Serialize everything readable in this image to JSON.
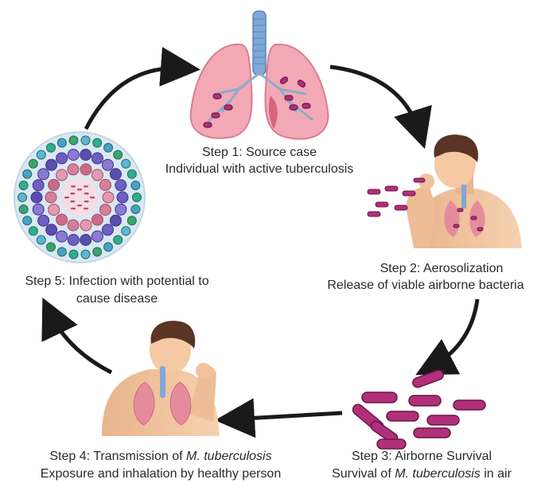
{
  "steps": [
    {
      "title": "Step 1: Source case",
      "subtitle": "Individual with active tuberculosis"
    },
    {
      "title": "Step 2: Aerosolization",
      "subtitle": "Release of viable airborne bacteria"
    },
    {
      "title_pre": "Step 3: Airborne Survival",
      "subtitle_pre": "Survival of ",
      "subtitle_em": "M. tuberculosis",
      "subtitle_post": " in air"
    },
    {
      "title_pre": "Step 4: Transmission of ",
      "title_em": "M. tuberculosis",
      "subtitle": "Exposure and inhalation by healthy person"
    },
    {
      "title": "Step 5: Infection with potential to",
      "subtitle": "cause disease"
    }
  ],
  "colors": {
    "lung": "#f2a9b5",
    "lung_dark": "#e58c9c",
    "trachea": "#7fa8d6",
    "bacteria": "#b0307a",
    "bacteria_light": "#d056a0",
    "skin": "#f4c9a3",
    "hair": "#5a3424",
    "arrow": "#1a1a1a"
  },
  "icons": [
    "lungs-icon",
    "coughing-man-icon",
    "bacteria-cluster-icon",
    "infected-man-icon",
    "granuloma-icon"
  ]
}
